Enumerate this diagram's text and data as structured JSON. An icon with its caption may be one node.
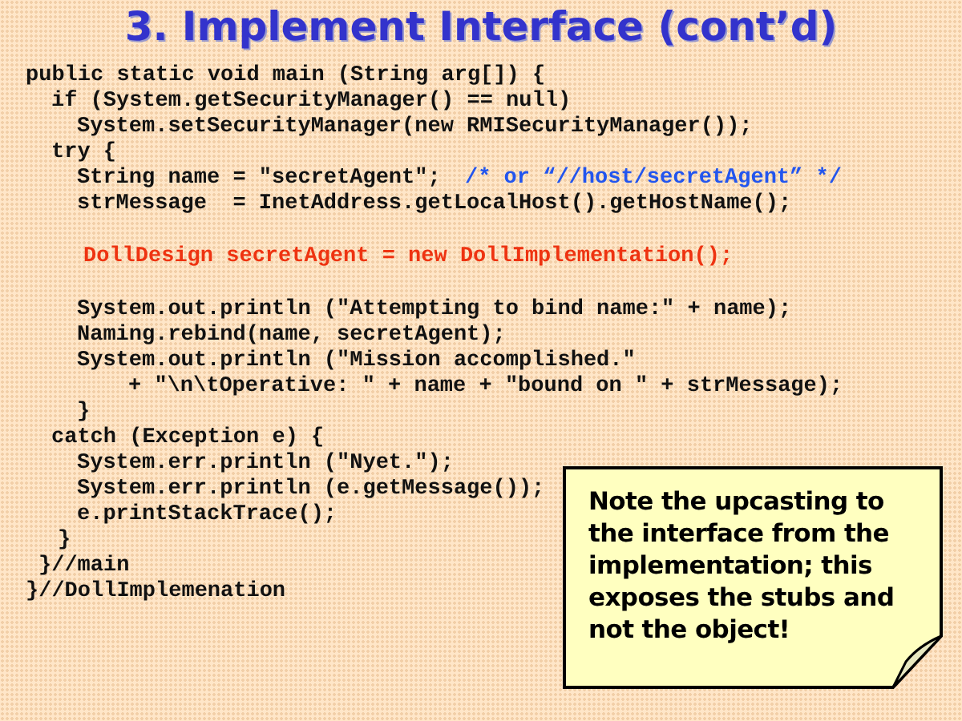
{
  "diagram": {
    "title": "3. Implement Interface (cont’d)",
    "nodes": [
      {
        "text": [
          "Note the upcasting to the interface from the implementation; this exposes the stubs and not the object!"
        ]
      }
    ],
    "labels": [
      "public static void main (String arg[]) {",
      "if (System.getSecurityManager() == null)",
      "System.setSecurityManager(new RMISecurityManager());",
      "try {",
      "String name = \"secretAgent\";",
      "/* or “//host/secretAgent” */",
      "strMessage  = InetAddress.getLocalHost().getHostName();",
      "DollDesign secretAgent = new DollImplementation();",
      "System.out.println (\"Attempting to bind name:\" + name);",
      "Naming.rebind(name, secretAgent);",
      "System.out.println (\"Mission accomplished.\"",
      "+ \"\\n\\tOperative: \" + name + \"bound on \" + strMessage);",
      "}",
      "catch (Exception e) {",
      "System.err.println (\"Nyet.\");",
      "System.err.println (e.getMessage());",
      "e.printStackTrace();",
      "}",
      "}//main",
      "}//DollImplemenation"
    ]
  }
}
